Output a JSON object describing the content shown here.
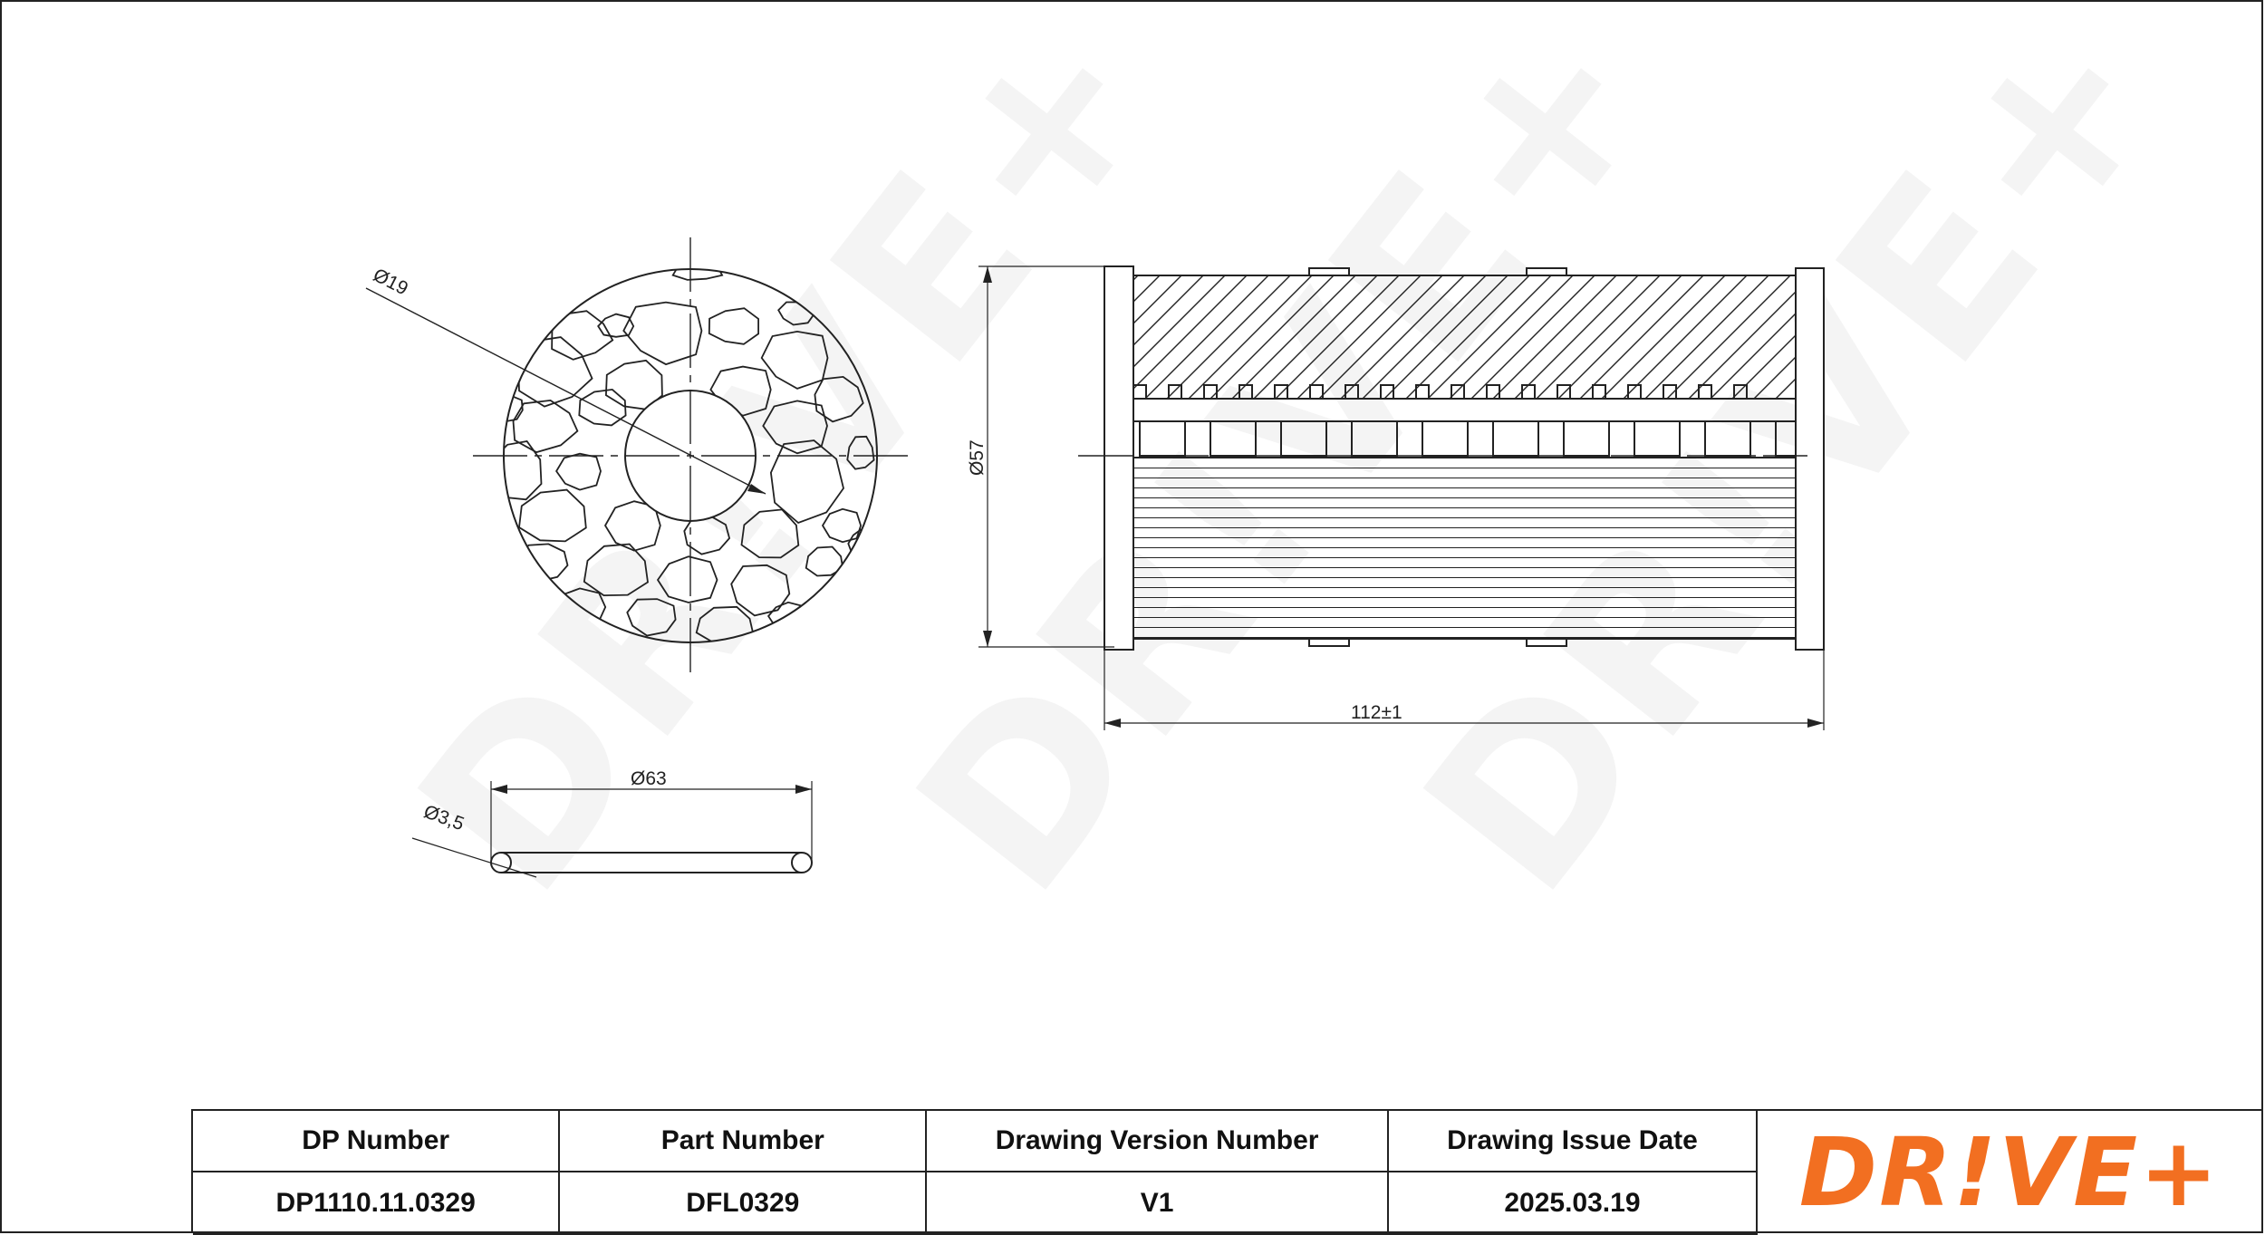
{
  "drawing": {
    "end_view": {
      "bore_diameter_label": "Ø19"
    },
    "side_view": {
      "outer_diameter_label": "Ø57",
      "length_label": "112±1"
    },
    "o_ring": {
      "diameter_label": "Ø63",
      "cross_section_label": "Ø3,5"
    },
    "watermark_text": "DR!VE+",
    "line_color": "#222222"
  },
  "title_block": {
    "headers": [
      "DP Number",
      "Part Number",
      "Drawing Version Number",
      "Drawing Issue Date"
    ],
    "values": [
      "DP1110.11.0329",
      "DFL0329",
      "V1",
      "2025.03.19"
    ]
  },
  "logo": {
    "text": "DR!VE+",
    "color": "#f26f21"
  }
}
